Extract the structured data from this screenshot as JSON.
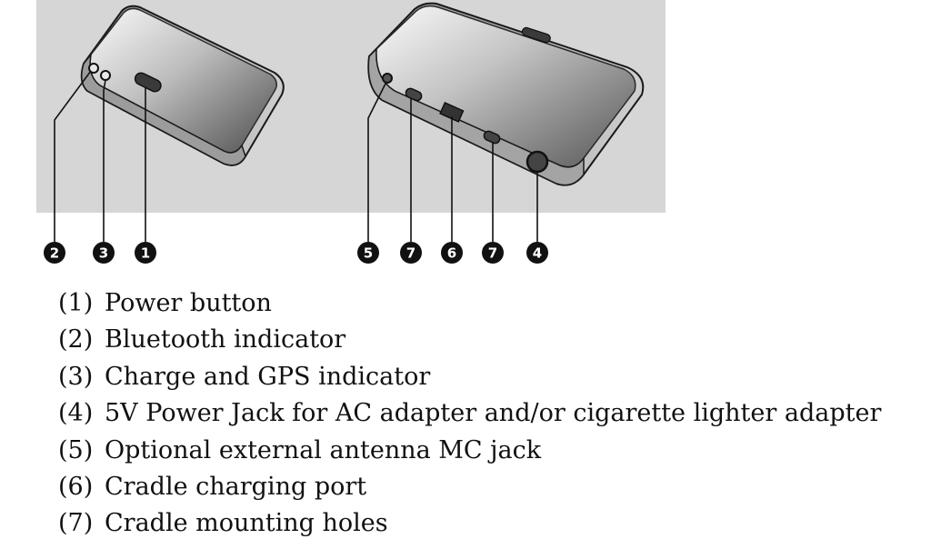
{
  "callouts": {
    "left_device": [
      "2",
      "3",
      "1"
    ],
    "right_device": [
      "5",
      "7",
      "6",
      "7",
      "4"
    ]
  },
  "legend": [
    {
      "num": "(1)",
      "text": "Power button"
    },
    {
      "num": "(2)",
      "text": "Bluetooth indicator"
    },
    {
      "num": "(3)",
      "text": "Charge and GPS indicator"
    },
    {
      "num": "(4)",
      "text": "5V Power Jack for AC adapter and/or cigarette lighter adapter"
    },
    {
      "num": "(5)",
      "text": "Optional external antenna MC jack"
    },
    {
      "num": "(6)",
      "text": "Cradle charging port"
    },
    {
      "num": "(7)",
      "text": "Cradle mounting holes"
    }
  ],
  "colors": {
    "backdrop": "#d6d6d6",
    "device_light": "#f4f4f4",
    "device_dark": "#5a5a5a",
    "outline": "#1a1a1a",
    "callout_fill": "#111111"
  }
}
